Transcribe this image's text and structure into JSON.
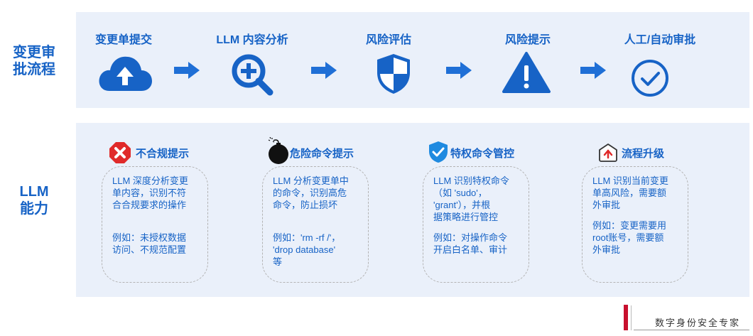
{
  "flow": {
    "section_label": "变更审\n批流程",
    "steps": [
      {
        "title": "变更单提交",
        "icon": "cloud-upload-icon"
      },
      {
        "title": "LLM 内容分析",
        "icon": "magnify-plus-icon"
      },
      {
        "title": "风险评估",
        "icon": "shield-icon"
      },
      {
        "title": "风险提示",
        "icon": "warning-triangle-icon"
      },
      {
        "title": "人工/自动审批",
        "icon": "check-circle-icon"
      }
    ],
    "arrow_icon": "arrow-right-icon"
  },
  "capabilities": {
    "section_label": "LLM\n能力",
    "items": [
      {
        "title": "不合规提示",
        "icon": "x-octagon-icon",
        "desc": "LLM 深度分析变更\n单内容，识别不符\n合合规要求的操作",
        "example": "例如：未授权数据\n访问、不规范配置"
      },
      {
        "title": "危险命令提示",
        "icon": "bomb-icon",
        "desc": "LLM 分析变更单中\n的命令，识别高危\n命令，防止损坏",
        "example": "例如：'rm -rf /'，\n'drop database'\n等"
      },
      {
        "title": "特权命令管控",
        "icon": "shield-check-icon",
        "desc": "LLM 识别特权命令\n（如 'sudo'，\n'grant'），并根\n据策略进行管控",
        "example": "例如：对操作命令\n开启白名单、审计"
      },
      {
        "title": "流程升级",
        "icon": "home-up-icon",
        "desc": "LLM 识别当前变更\n单高风险，需要额\n外审批",
        "example": "例如：变更需要用\nroot账号，需要额\n外审批"
      }
    ]
  },
  "brand": {
    "text": "数字身份安全专家",
    "color": "#c8102e"
  },
  "colors": {
    "accent": "#1763c6",
    "panel": "#eaf0fa",
    "danger": "#e02a2a"
  }
}
